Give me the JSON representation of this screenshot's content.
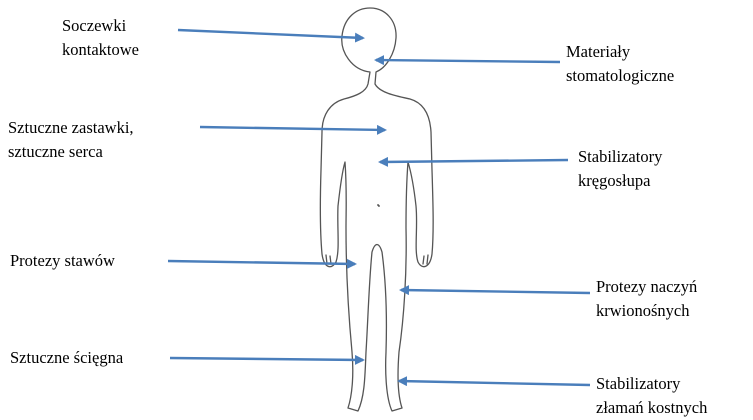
{
  "colors": {
    "arrow": "#4a7ebb",
    "outline": "#555555"
  },
  "figure": {
    "name": "human-body-outline"
  },
  "labels": {
    "contact_lenses": [
      "Soczewki",
      "kontaktowe"
    ],
    "dental_materials": [
      "Materiały",
      "stomatologiczne"
    ],
    "heart_valves": [
      "Sztuczne zastawki,",
      "sztuczne serca"
    ],
    "spine_stabilizers": [
      "Stabilizatory",
      "kręgosłupa"
    ],
    "joint_prostheses": [
      "Protezy stawów"
    ],
    "vessel_prostheses": [
      "Protezy naczyń",
      "krwionośnych"
    ],
    "artificial_tendons": [
      "Sztuczne ścięgna"
    ],
    "fracture_stabilizers": [
      "Stabilizatory",
      "złamań kostnych"
    ]
  }
}
